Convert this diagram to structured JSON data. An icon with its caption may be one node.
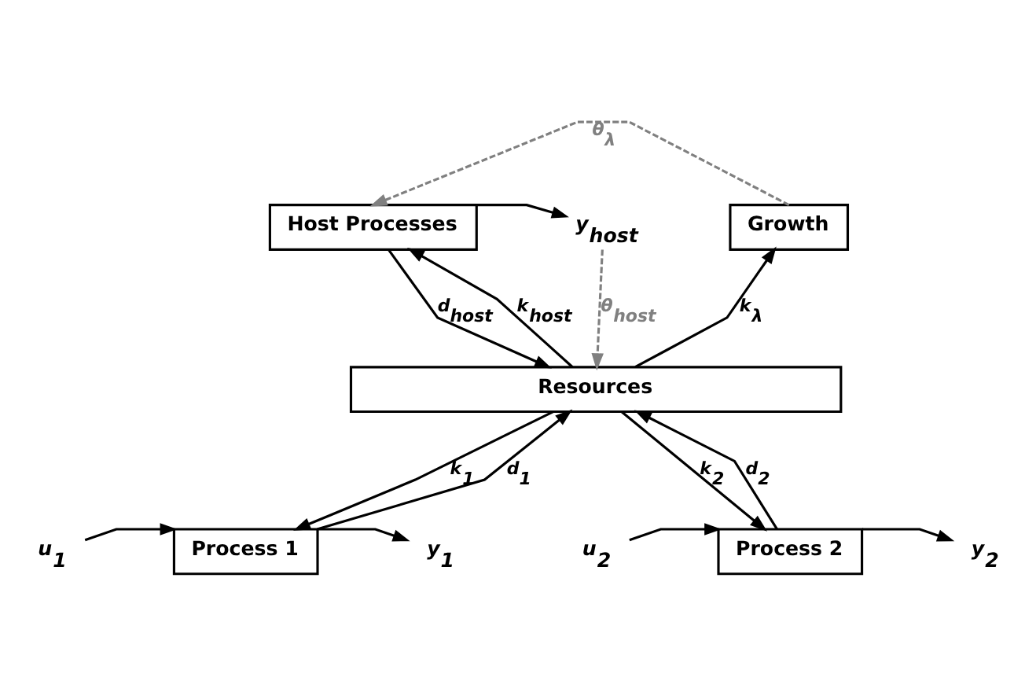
{
  "diagram": {
    "nodes": [
      {
        "text": [
          "Host Processes"
        ]
      },
      {
        "text": [
          "Growth"
        ]
      },
      {
        "text": [
          "Resources"
        ]
      },
      {
        "text": [
          "Process 1"
        ]
      },
      {
        "text": [
          "Process 2"
        ]
      },
      {
        "text": [
          "y$_{host}$"
        ]
      },
      {
        "text": [
          "u$_{1}$"
        ]
      },
      {
        "text": [
          "y$_{1}$"
        ]
      },
      {
        "text": [
          "u$_{2}$"
        ]
      },
      {
        "text": [
          "y$_{2}$"
        ]
      }
    ],
    "edges": [
      {
        "from": 2,
        "to": 0,
        "arrow": "to",
        "label": "k$_{host}$"
      },
      {
        "from": 0,
        "to": 2,
        "arrow": "to",
        "label": "d$_{host}$"
      },
      {
        "from": 2,
        "to": 1,
        "arrow": "to",
        "label": "k$_{λ}$"
      },
      {
        "from": 0,
        "to": 5,
        "arrow": "to"
      },
      {
        "from": 5,
        "to": 2,
        "arrow": "to",
        "label": "θ$_{host}$",
        "style": "dashed",
        "color": "#808080"
      },
      {
        "from": 1,
        "to": 0,
        "arrow": "to",
        "label": "θ$_{λ}$",
        "style": "dashed",
        "color": "#808080"
      },
      {
        "from": 2,
        "to": 3,
        "arrow": "to",
        "label": "k$_{1}$"
      },
      {
        "from": 3,
        "to": 2,
        "arrow": "to",
        "label": "d$_{1}$"
      },
      {
        "from": 2,
        "to": 4,
        "arrow": "to",
        "label": "k$_{2}$"
      },
      {
        "from": 4,
        "to": 2,
        "arrow": "to",
        "label": "d$_{2}$"
      },
      {
        "from": 6,
        "to": 3,
        "arrow": "to"
      },
      {
        "from": 3,
        "to": 7,
        "arrow": "to"
      },
      {
        "from": 8,
        "to": 4,
        "arrow": "to"
      },
      {
        "from": 4,
        "to": 9,
        "arrow": "to"
      }
    ]
  }
}
